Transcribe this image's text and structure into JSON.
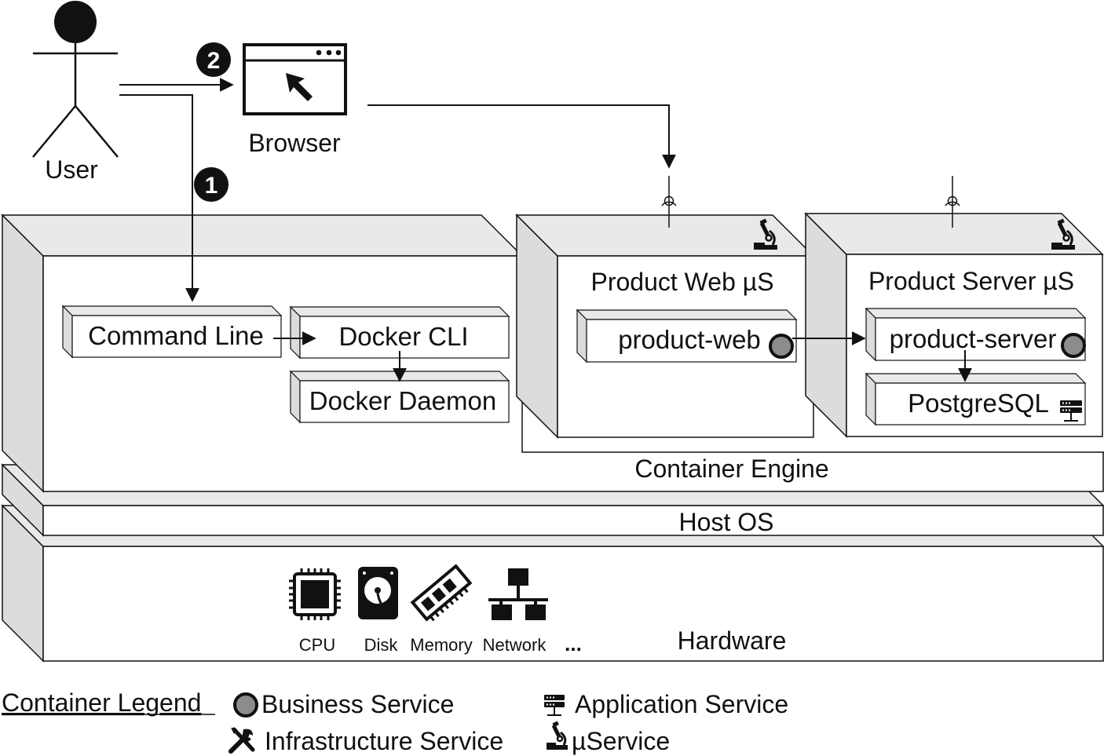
{
  "actors": {
    "user": "User",
    "browser": "Browser",
    "step1": "1",
    "step2": "2"
  },
  "layers": {
    "container_engine": "Container Engine",
    "host_os": "Host OS",
    "hardware": "Hardware"
  },
  "host_components": {
    "command_line": "Command Line",
    "docker_cli": "Docker CLI",
    "docker_daemon": "Docker Daemon"
  },
  "containers": {
    "web": {
      "title": "Product Web µS",
      "service": "product-web",
      "icon": "microscope-icon"
    },
    "server": {
      "title": "Product Server µS",
      "service": "product-server",
      "db": "PostgreSQL",
      "icon": "microscope-icon"
    }
  },
  "hardware_items": [
    {
      "label": "CPU",
      "icon": "cpu-icon"
    },
    {
      "label": "Disk",
      "icon": "disk-icon"
    },
    {
      "label": "Memory",
      "icon": "memory-icon"
    },
    {
      "label": "Network",
      "icon": "network-icon"
    },
    {
      "label": "...",
      "icon": ""
    }
  ],
  "legend": {
    "title": "Container Legend",
    "business": "Business Service",
    "application": "Application Service",
    "infrastructure": "Infrastructure Service",
    "microservice": "µService"
  },
  "colors": {
    "box_side": "#dcdcdc",
    "box_top": "#e9e9e9",
    "service_dot": "#8c8c8c",
    "stroke": "#111111"
  }
}
